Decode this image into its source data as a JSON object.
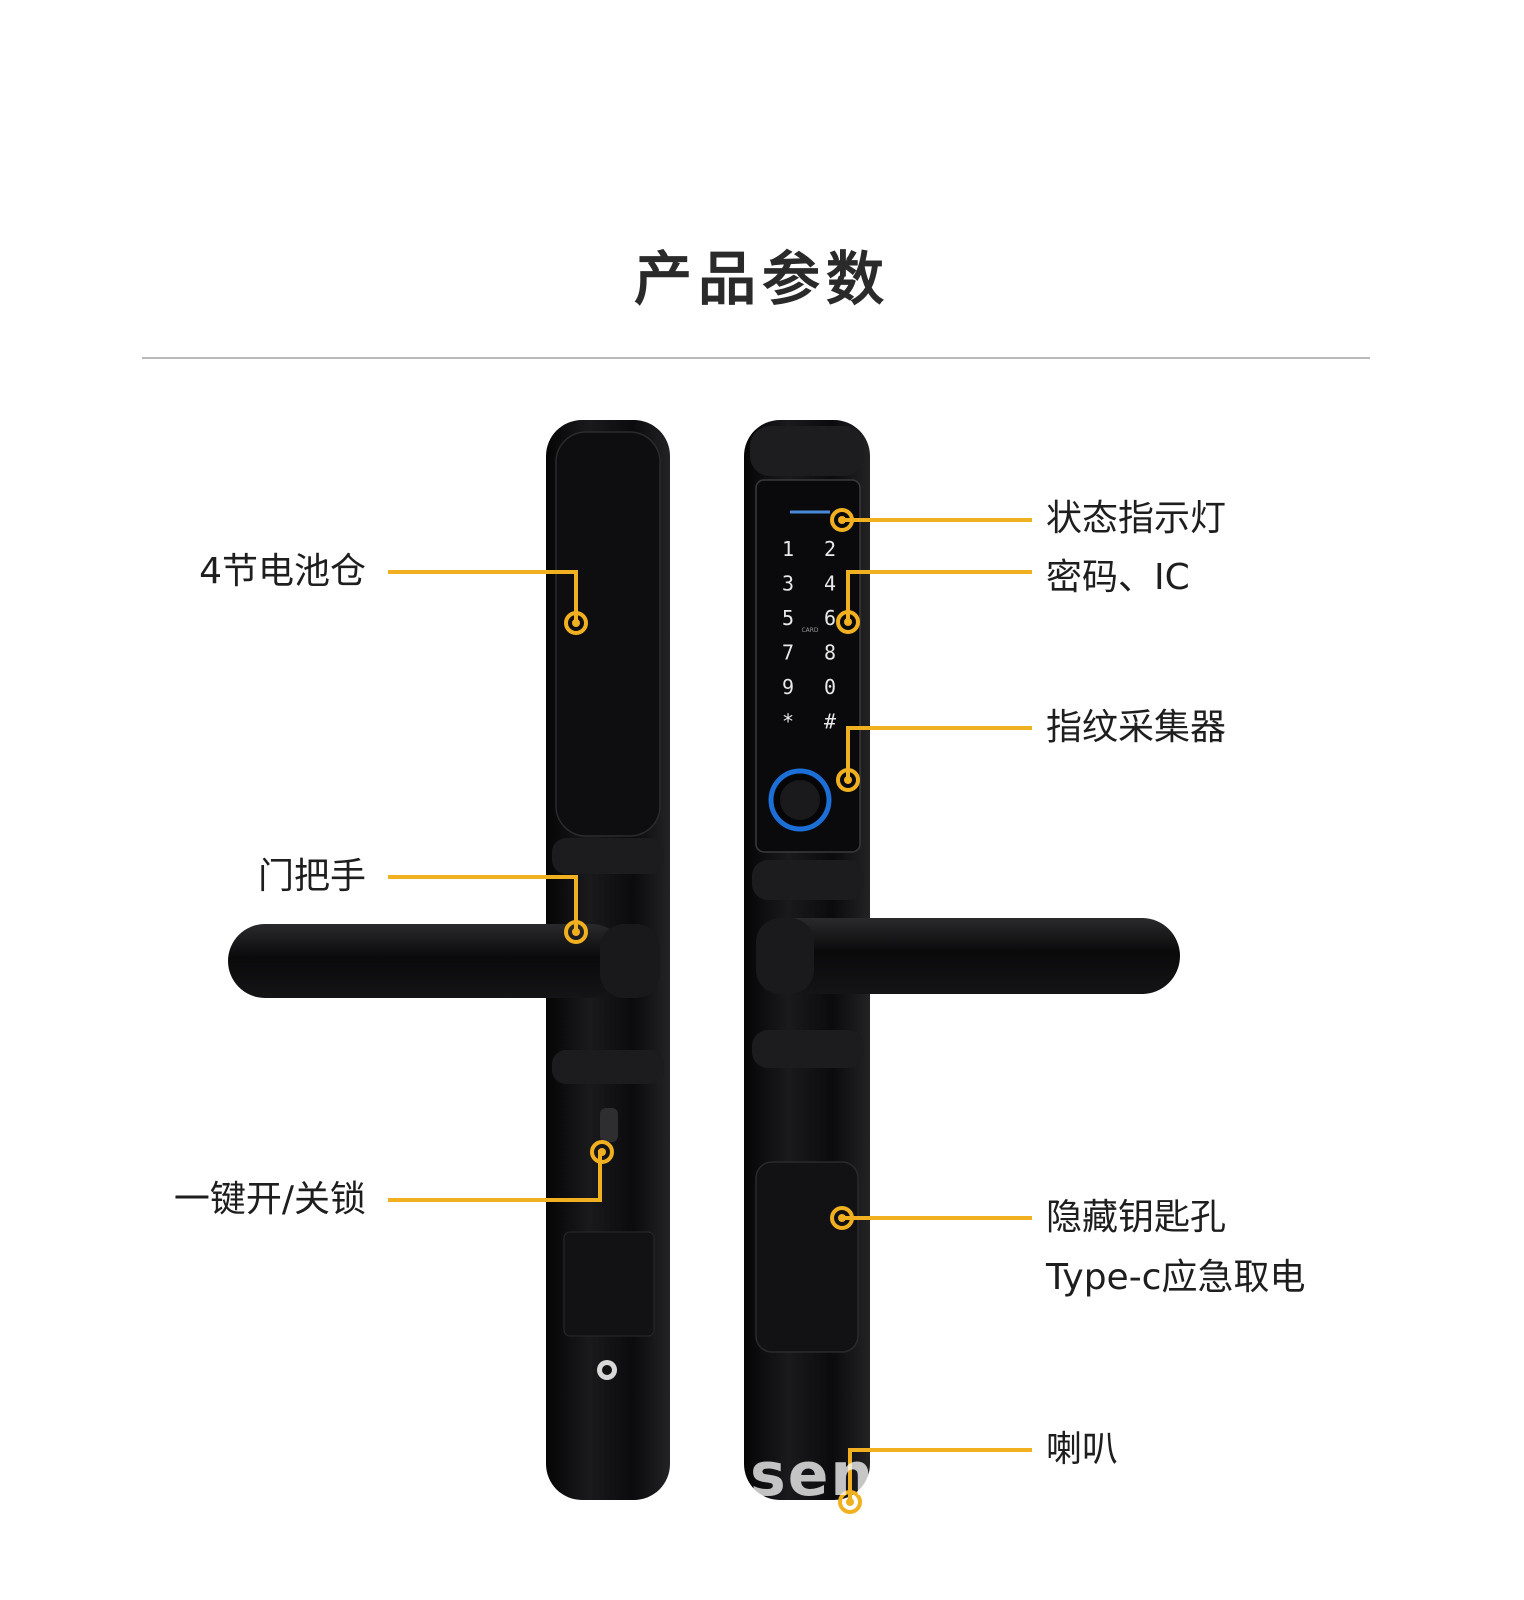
{
  "title": "产品参数",
  "colors": {
    "accent": "#f0b020",
    "body": "#0d0d0f",
    "ring": "#1b6fd6"
  },
  "keypad": {
    "keys": [
      "1",
      "2",
      "3",
      "4",
      "5",
      "6",
      "7",
      "8",
      "9",
      "0",
      "*",
      "#"
    ],
    "card_label": "CARD"
  },
  "callouts": {
    "battery": "4节电池仓",
    "handle": "门把手",
    "one_key": "一键开/关锁",
    "status_light": "状态指示灯",
    "password_ic": "密码、IC",
    "fingerprint": "指纹采集器",
    "key_hole": "隐藏钥匙孔",
    "typec": "Type-c应急取电",
    "speaker": "喇叭"
  },
  "watermark": "sen"
}
